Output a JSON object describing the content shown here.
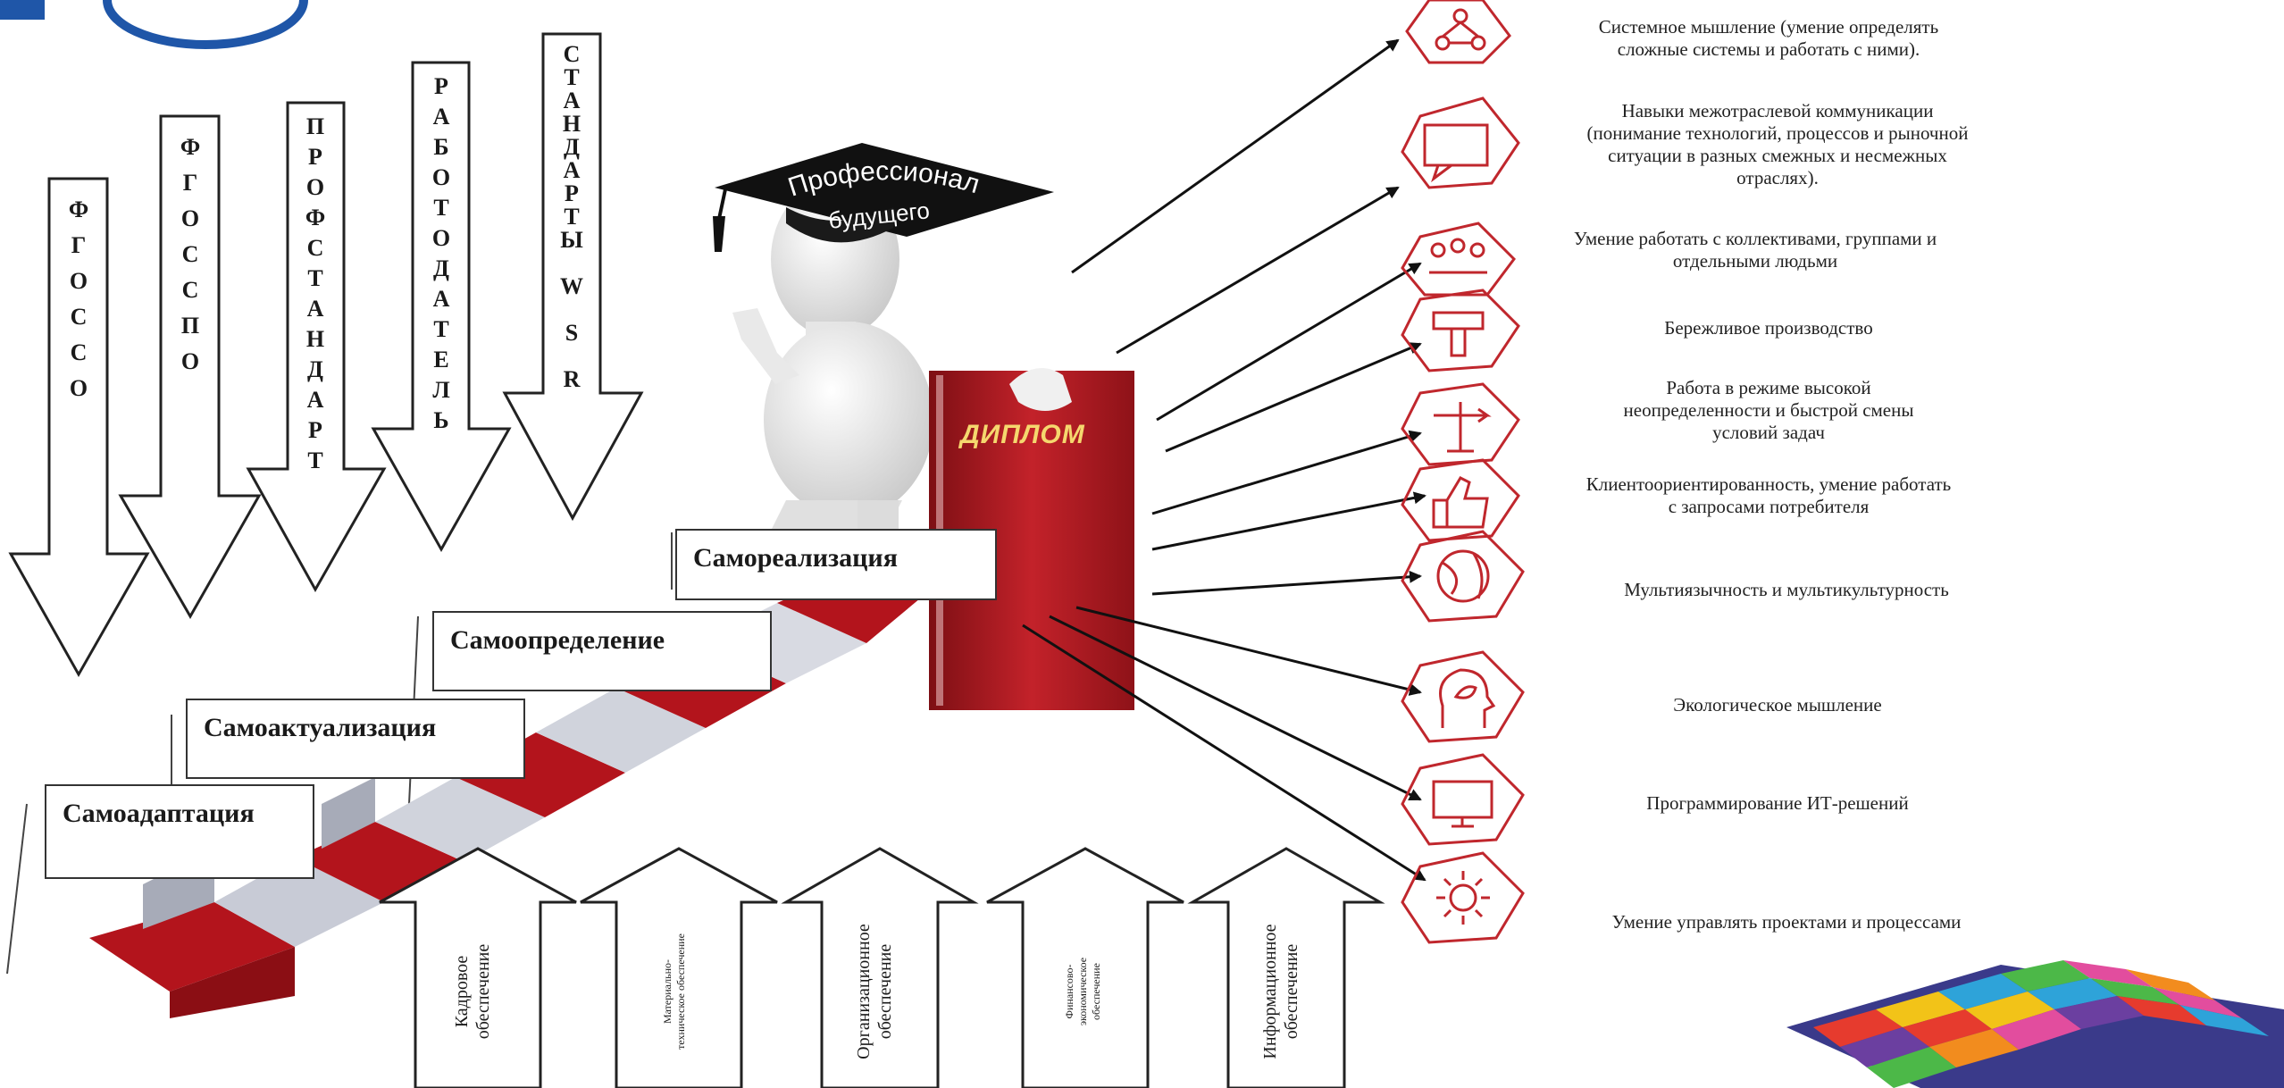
{
  "left_arrows": [
    {
      "id": "fgos-so",
      "text": "Ф\nГ\nО\nС\nС\nО"
    },
    {
      "id": "fgos-spo",
      "text": "Ф\nГ\nО\nС\nС\nП\nО"
    },
    {
      "id": "profstandard",
      "text": "П\nР\nО\nФ\nС\nТ\nА\nН\nД\nА\nР\nТ"
    },
    {
      "id": "rabotodatel",
      "text": "Р\nА\nБ\nО\nТ\nО\nД\nА\nТ\nЕ\nЛ\nЬ"
    },
    {
      "id": "standarty-wsr",
      "text": "С\nТ\nА\nН\nД\nА\nР\nТ\nЫ\n\nW\n\nS\n\nR"
    }
  ],
  "steps": [
    {
      "id": "samoadaptatsiya",
      "label": "Самоадаптация"
    },
    {
      "id": "samoaktualizatsiya",
      "label": "Самоактуализация"
    },
    {
      "id": "samoopredelenie",
      "label": "Самоопределение"
    },
    {
      "id": "samorealizatsiya",
      "label": "Самореализация"
    }
  ],
  "cap_text": {
    "line1": "Профессионал",
    "line2": "будущего"
  },
  "diploma_text": "ДИПЛОМ",
  "up_arrows": [
    {
      "id": "kadrovoe",
      "text": "Кадровое\nобеспечение",
      "small": false
    },
    {
      "id": "materialno",
      "text": "Материально-\nтехническое обеспечение",
      "small": true
    },
    {
      "id": "organizatsionnoe",
      "text": "Организационное\nобеспечение",
      "small": false
    },
    {
      "id": "finansovo",
      "text": "Финансово-\nэкономическое\nобеспечение",
      "small": true
    },
    {
      "id": "informatsionnoe",
      "text": "Информационное\nобеспечение",
      "small": false
    }
  ],
  "skills": [
    {
      "icon": "network-icon",
      "text": "Системное мышление (умение определять\nсложные системы и работать с ними)."
    },
    {
      "icon": "chat-icon",
      "text": "Навыки межотраслевой коммуникации\n(понимание технологий, процессов и рыночной\nситуации в разных смежных и несмежных\nотраслях)."
    },
    {
      "icon": "team-icon",
      "text": "Умение работать с коллективами, группами и\nотдельными людьми"
    },
    {
      "icon": "lean-icon",
      "text": "Бережливое производство"
    },
    {
      "icon": "signpost-icon",
      "text": "Работа в режиме высокой\nнеопределенности и быстрой смены\nусловий задач"
    },
    {
      "icon": "thumbs-up-icon",
      "text": "Клиентоориентированность, умение работать\nс запросами потребителя"
    },
    {
      "icon": "globe-icon",
      "text": "Мультиязычность и мультикультурность"
    },
    {
      "icon": "eco-head-icon",
      "text": "Экологическое мышление"
    },
    {
      "icon": "monitor-icon",
      "text": "Программирование ИТ-решений"
    },
    {
      "icon": "gear-icon",
      "text": "Умение управлять проектами и процессами"
    }
  ],
  "colors": {
    "accent": "#c0272d",
    "steps_red": "#b3141c",
    "steps_grey": "#c8cbd6",
    "arrow_stroke": "#222222"
  }
}
